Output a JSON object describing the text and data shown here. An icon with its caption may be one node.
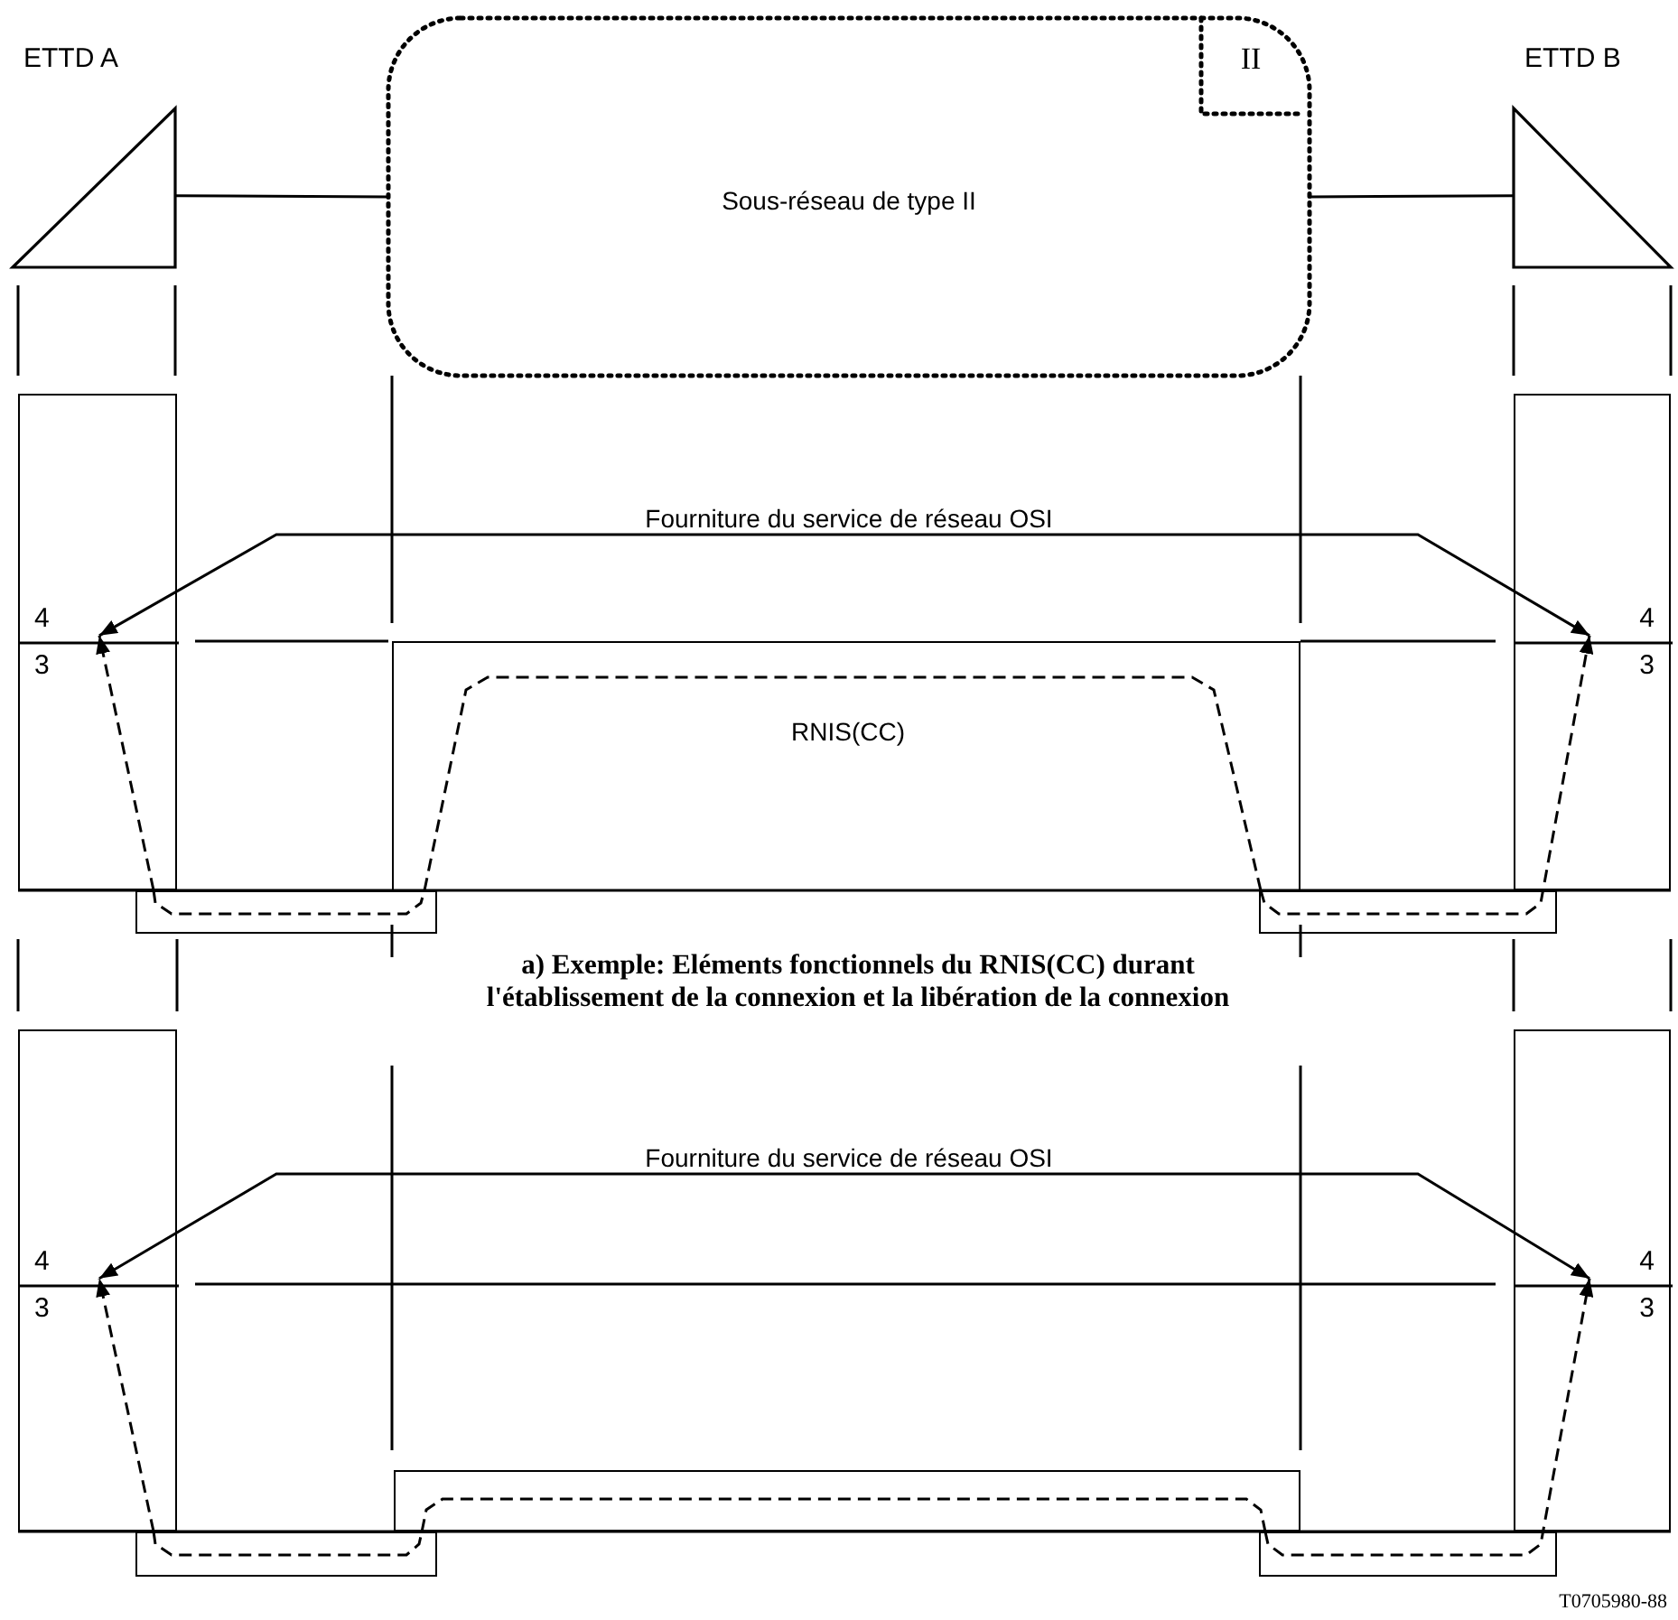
{
  "diagram": {
    "caption": "a) Exemple: Eléments fonctionnels du RNIS(CC) durant l'établissement de la connexion et la libération de la connexion",
    "nodes": [
      {
        "text": [
          "ETTD A"
        ]
      },
      {
        "text": [
          "Sous-réseau de type II"
        ]
      },
      {
        "text": [
          "II"
        ],
        "in": 1
      },
      {
        "text": [
          "ETTD B"
        ]
      },
      {
        "text": [
          "4",
          "3"
        ]
      },
      {
        "text": [
          "Fourniture du service de réseau OSI"
        ]
      },
      {
        "text": [
          "RNIS(CC)"
        ]
      },
      {
        "text": [
          "4",
          "3"
        ]
      },
      {
        "text": [],
        "shape": "box"
      },
      {
        "text": [],
        "shape": "box"
      },
      {
        "text": [
          "4",
          "3"
        ]
      },
      {
        "text": [
          "Fourniture du service de réseau OSI"
        ]
      },
      {
        "text": [],
        "shape": "box"
      },
      {
        "text": [
          "4",
          "3"
        ]
      },
      {
        "text": [],
        "shape": "box"
      },
      {
        "text": [],
        "shape": "box"
      }
    ],
    "edges": [
      {
        "from": 0,
        "to": 1,
        "arrow": "none"
      },
      {
        "from": 1,
        "to": 3,
        "arrow": "none"
      },
      {
        "from": 5,
        "to": 4,
        "arrow": "to"
      },
      {
        "from": 5,
        "to": 7,
        "arrow": "to"
      },
      {
        "from": 8,
        "to": 4,
        "arrow": "to",
        "style": "dashed"
      },
      {
        "from": 8,
        "to": 6,
        "arrow": "none",
        "style": "dashed"
      },
      {
        "from": 6,
        "to": 9,
        "arrow": "none",
        "style": "dashed"
      },
      {
        "from": 9,
        "to": 7,
        "arrow": "to",
        "style": "dashed"
      },
      {
        "from": 11,
        "to": 10,
        "arrow": "to"
      },
      {
        "from": 11,
        "to": 13,
        "arrow": "to"
      },
      {
        "from": 14,
        "to": 10,
        "arrow": "to",
        "style": "dashed"
      },
      {
        "from": 14,
        "to": 12,
        "arrow": "none",
        "style": "dashed"
      },
      {
        "from": 12,
        "to": 15,
        "arrow": "none",
        "style": "dashed"
      },
      {
        "from": 15,
        "to": 13,
        "arrow": "to",
        "style": "dashed"
      }
    ],
    "labels": [
      "T0705980-88"
    ]
  }
}
